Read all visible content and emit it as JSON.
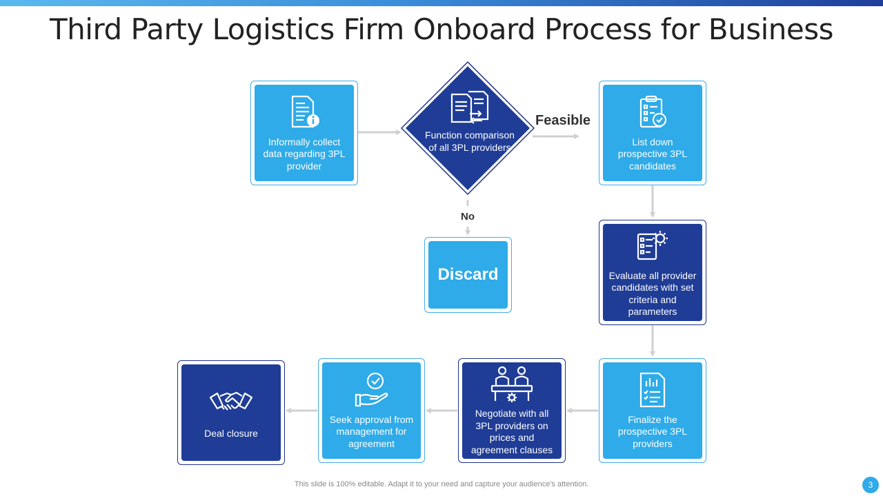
{
  "title": "Third Party Logistics Firm Onboard Process for Business",
  "steps": {
    "collect": "Informally collect data regarding 3PL provider",
    "compare": "Function comparison of all 3PL providers",
    "list": "List down prospective 3PL candidates",
    "discard": "Discard",
    "evaluate": "Evaluate all provider candidates with set criteria and parameters",
    "finalize": "Finalize the prospective 3PL providers",
    "negotiate": "Negotiate with all 3PL providers on prices and agreement clauses",
    "approval": "Seek approval from management for agreement",
    "closure": "Deal closure"
  },
  "labels": {
    "feasible": "Feasible",
    "no": "No"
  },
  "icons": {
    "collect": "document-info-icon",
    "compare": "document-compare-icon",
    "list": "clipboard-check-icon",
    "evaluate": "checklist-gear-icon",
    "finalize": "report-checklist-icon",
    "negotiate": "negotiation-table-icon",
    "approval": "hand-approval-icon",
    "closure": "handshake-icon"
  },
  "colors": {
    "light": "#2eabe8",
    "dark": "#1f3c96",
    "arrow": "#d0d0d0"
  },
  "footer": "This slide is 100% editable. Adapt it to your need and capture your audience's attention.",
  "page_number": "3"
}
